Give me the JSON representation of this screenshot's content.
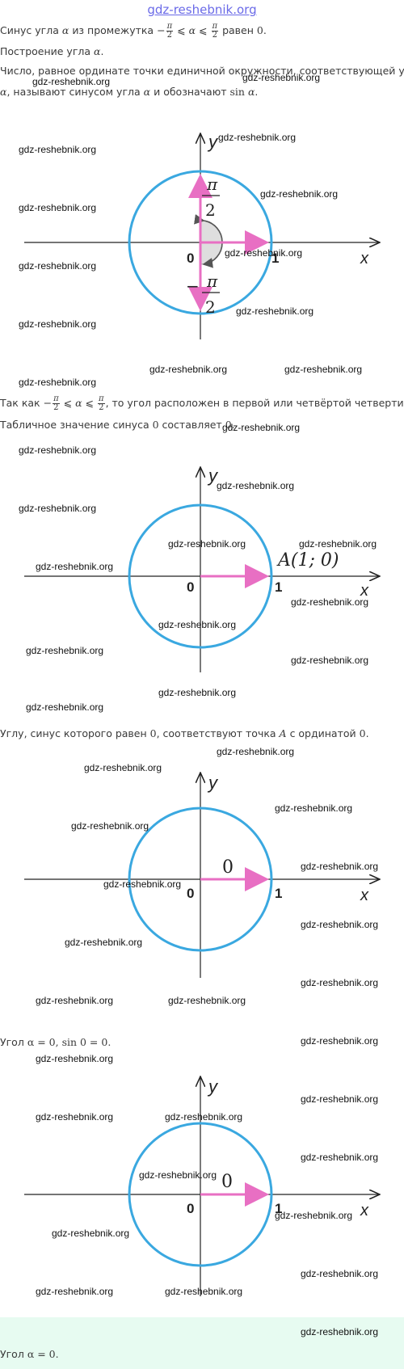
{
  "header": {
    "site": "gdz-reshebnik.org"
  },
  "text": {
    "l1_pre": "Синус угла",
    "alpha": "α",
    "l1_mid": "из промежутка",
    "minus": "−",
    "pi": "π",
    "two": "2",
    "le": "⩽",
    "l1_post": "равен",
    "zero": "0",
    "dot": ".",
    "l2": "Построение угла",
    "l3": "Число, равное ординате точки единичной окружности, соответствующей углу",
    "l4_post": ", называют синусом угла",
    "l4_post2": "и обозначают",
    "sin": "sin",
    "l5_pre": "Так как",
    "l5_post": ", то угол расположен в первой или четвёртой четверти.",
    "l6_pre": "Табличное значение синуса",
    "l6_mid": "составляет",
    "l7_pre": "Углу, синус которого равен",
    "l7_mid": ", соответствуют точка",
    "pointA": "A",
    "l7_post": "с ординатой",
    "l8_pre": "Угол",
    "l8_math": "α = 0, sin 0 = 0.",
    "l9_pre": "Угол",
    "l9_math": "α = 0."
  },
  "figures": {
    "axis_x": "x",
    "axis_y": "y",
    "origin": "0",
    "one": "1",
    "fig1_top": "π",
    "fig1_top_den": "2",
    "fig1_bot_minus": "−",
    "fig1_bot": "π",
    "fig1_bot_den": "2",
    "fig2_point": "A(1; 0)",
    "fig3_zero": "0",
    "fig4_zero": "0"
  },
  "watermark": "gdz-reshebnik.org",
  "colors": {
    "circle": "#3aa8e0",
    "arrow": "#e86fc3",
    "axis": "#222222",
    "band": "#e7fbf1"
  }
}
